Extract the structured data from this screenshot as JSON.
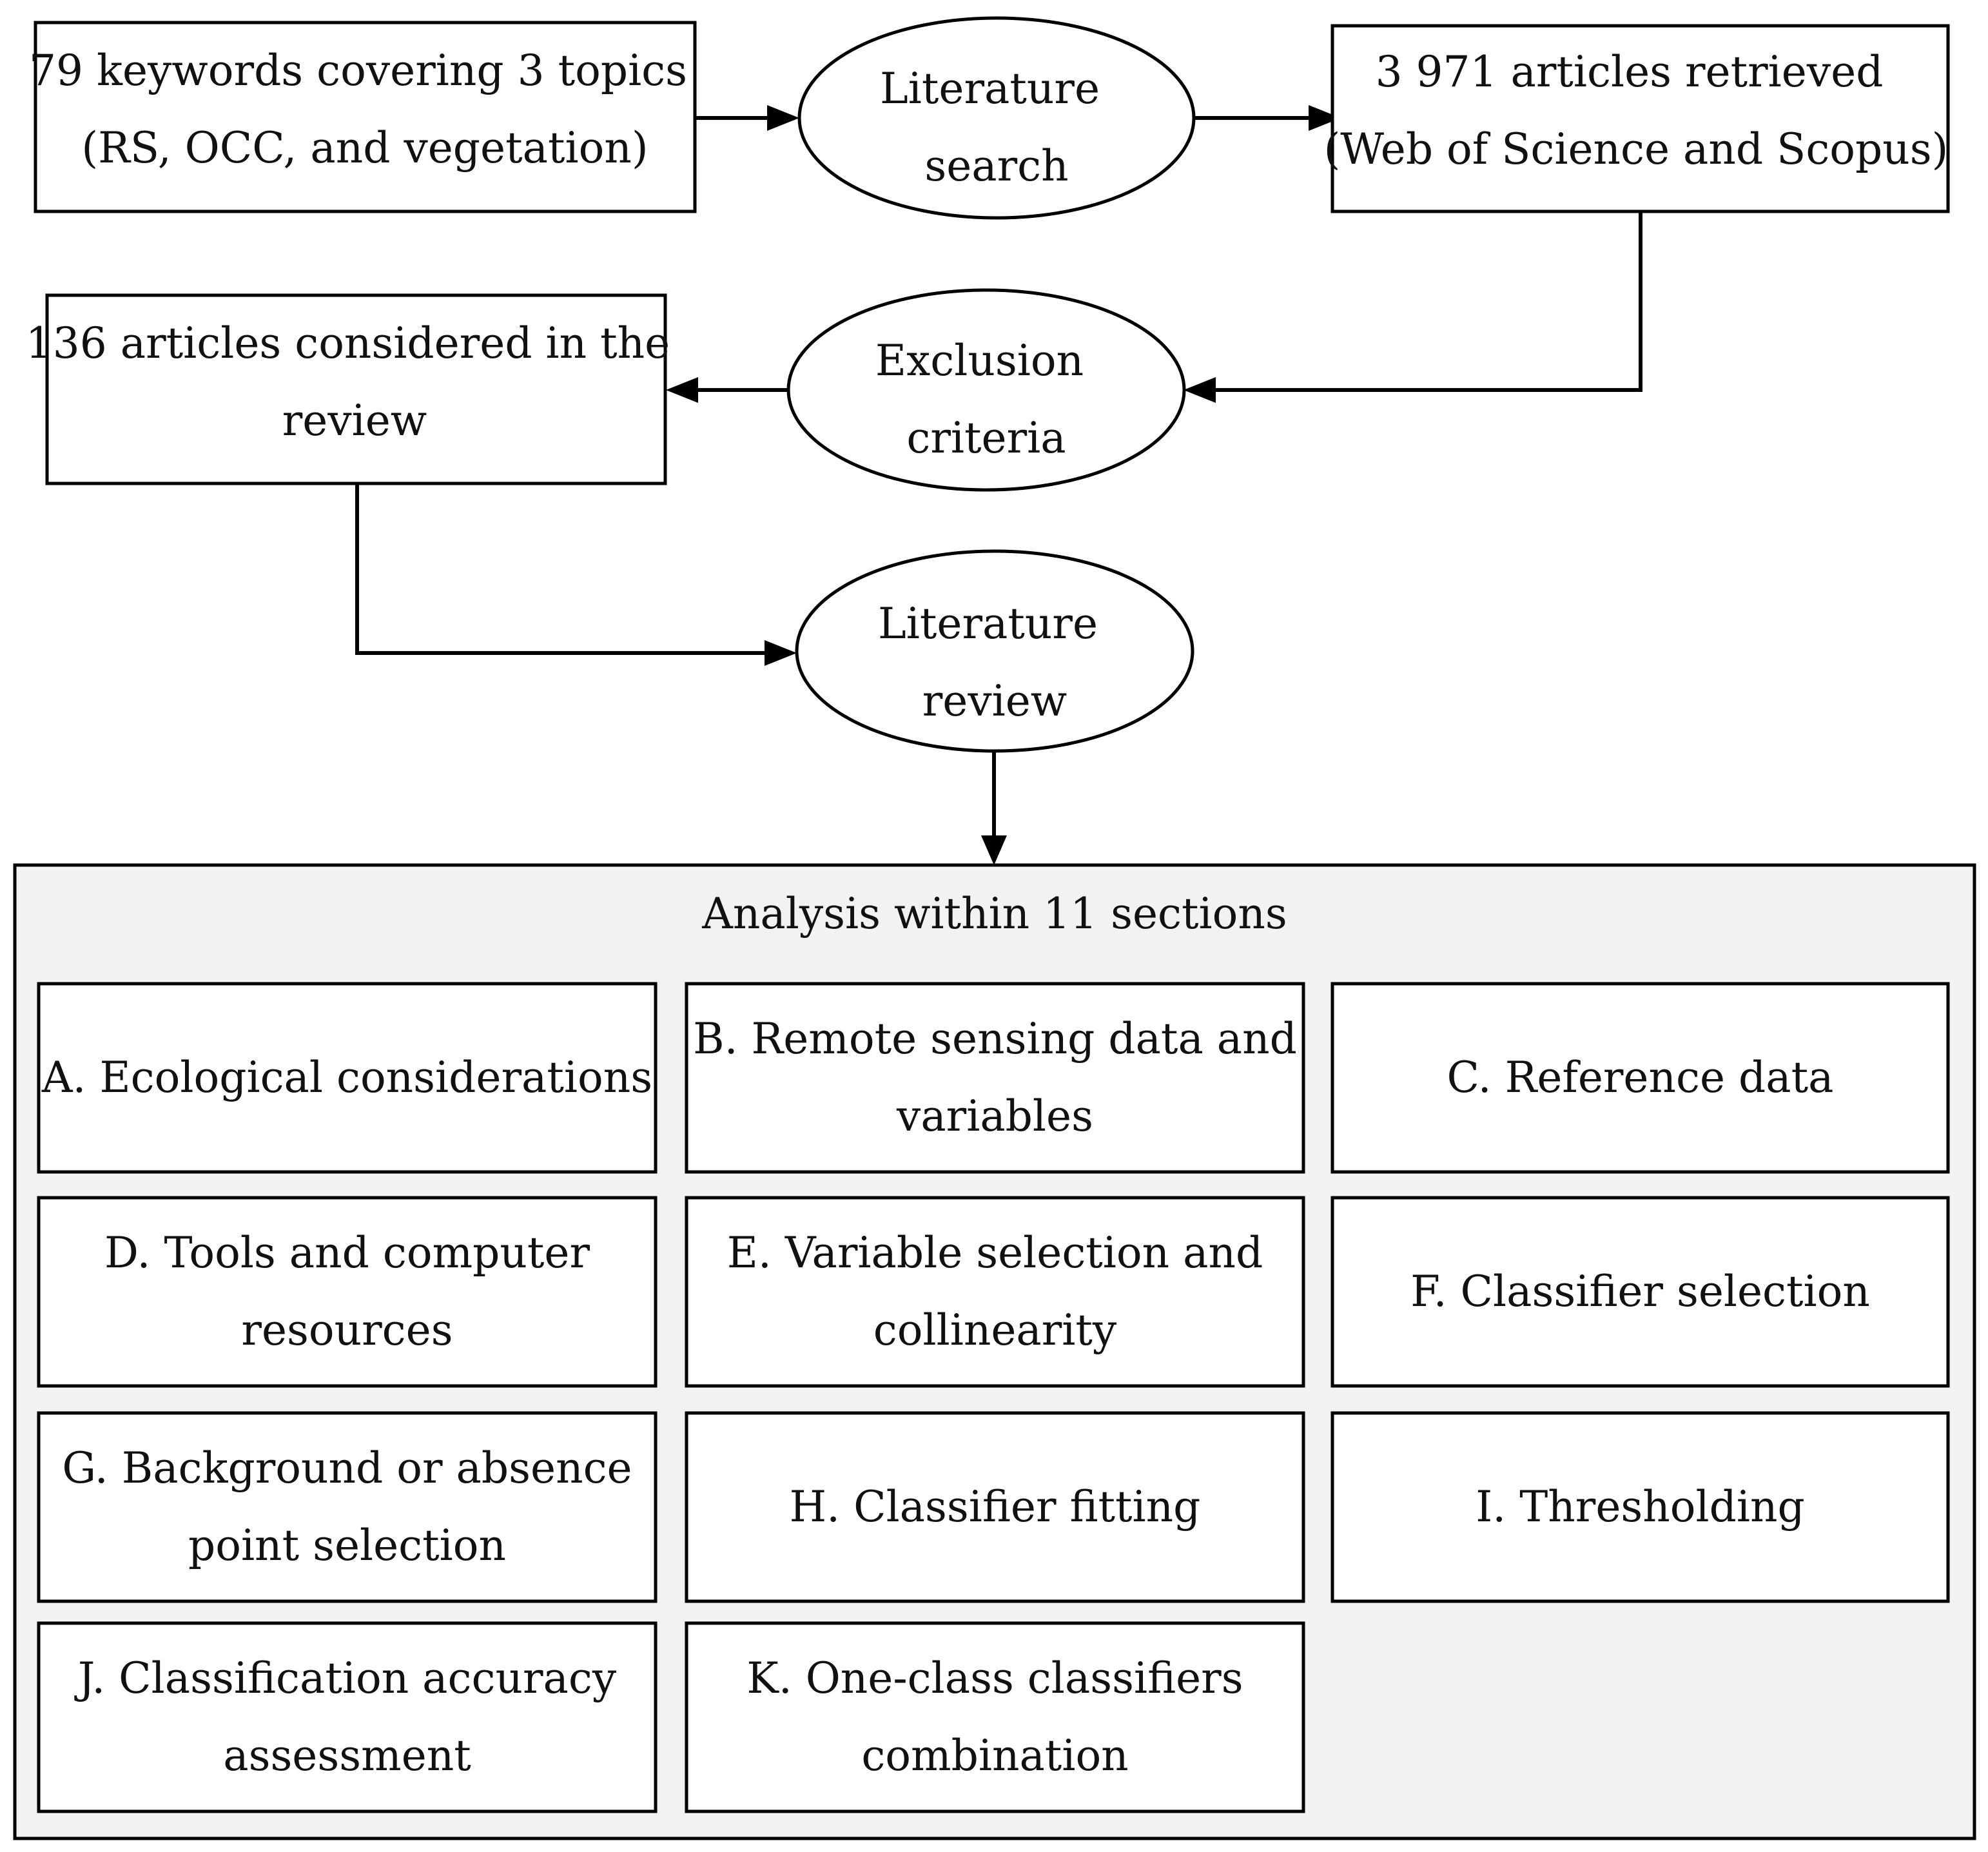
{
  "flow": {
    "keywords": [
      "79 keywords covering 3 topics",
      "(RS, OCC, and vegetation)"
    ],
    "literature_search": [
      "Literature",
      "search"
    ],
    "articles_retrieved": [
      "3 971 articles retrieved",
      "(Web of Science and Scopus)"
    ],
    "exclusion_criteria": [
      "Exclusion",
      "criteria"
    ],
    "articles_considered": [
      "136 articles considered in the",
      "review"
    ],
    "literature_review": [
      "Literature",
      "review"
    ]
  },
  "analysis": {
    "title": "Analysis within 11 sections",
    "sections": [
      [
        "A. Ecological considerations"
      ],
      [
        "B. Remote sensing data and",
        "variables"
      ],
      [
        "C. Reference data"
      ],
      [
        "D. Tools and computer",
        "resources"
      ],
      [
        "E. Variable selection and",
        "collinearity"
      ],
      [
        "F. Classifier selection"
      ],
      [
        "G. Background or absence",
        "point selection"
      ],
      [
        "H. Classifier fitting"
      ],
      [
        "I. Thresholding"
      ],
      [
        "J. Classification accuracy",
        "assessment"
      ],
      [
        "K. One-class classifiers",
        "combination"
      ]
    ]
  },
  "colors": {
    "stroke": "#000000",
    "panel_fill": "#f2f2f2",
    "box_fill": "#ffffff",
    "text": "#111111"
  }
}
